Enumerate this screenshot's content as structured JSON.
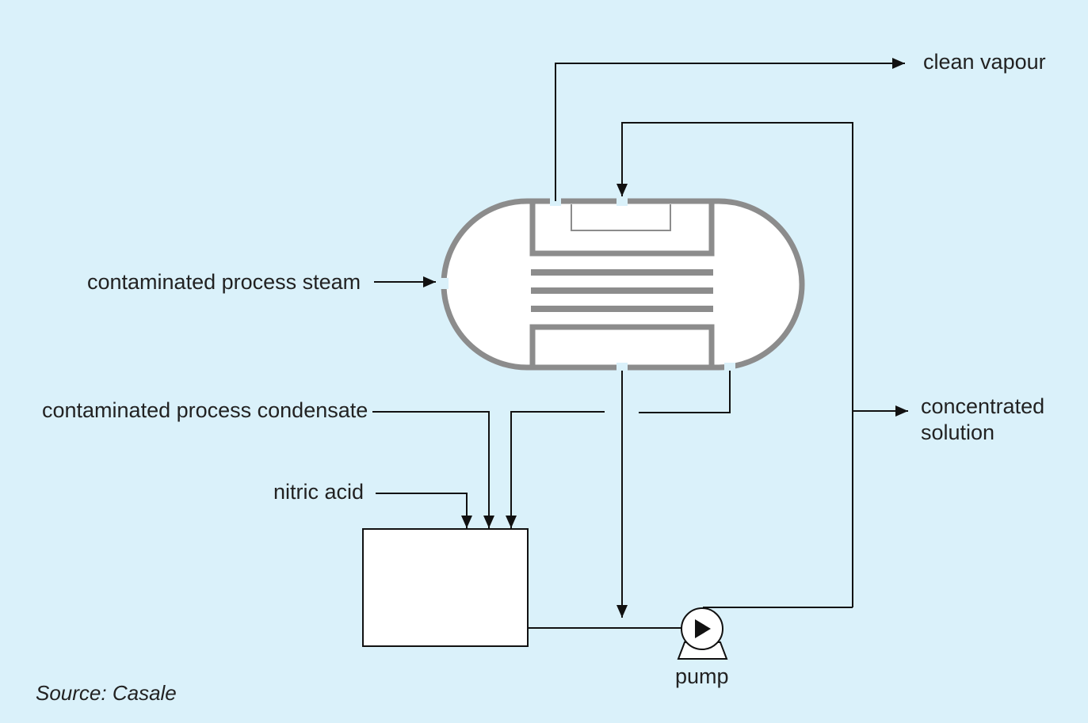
{
  "labels": {
    "clean_vapour": "clean vapour",
    "concentrated_solution_line1": "concentrated",
    "concentrated_solution_line2": "solution",
    "contaminated_process_steam": "contaminated process steam",
    "contaminated_process_condensate": "contaminated process condensate",
    "nitric_acid": "nitric acid",
    "pump": "pump"
  },
  "source": "Source: Casale",
  "colors": {
    "background": "#daf1fa",
    "vessel_outline": "#8c8c8c",
    "line": "#111111",
    "fill": "#ffffff"
  }
}
